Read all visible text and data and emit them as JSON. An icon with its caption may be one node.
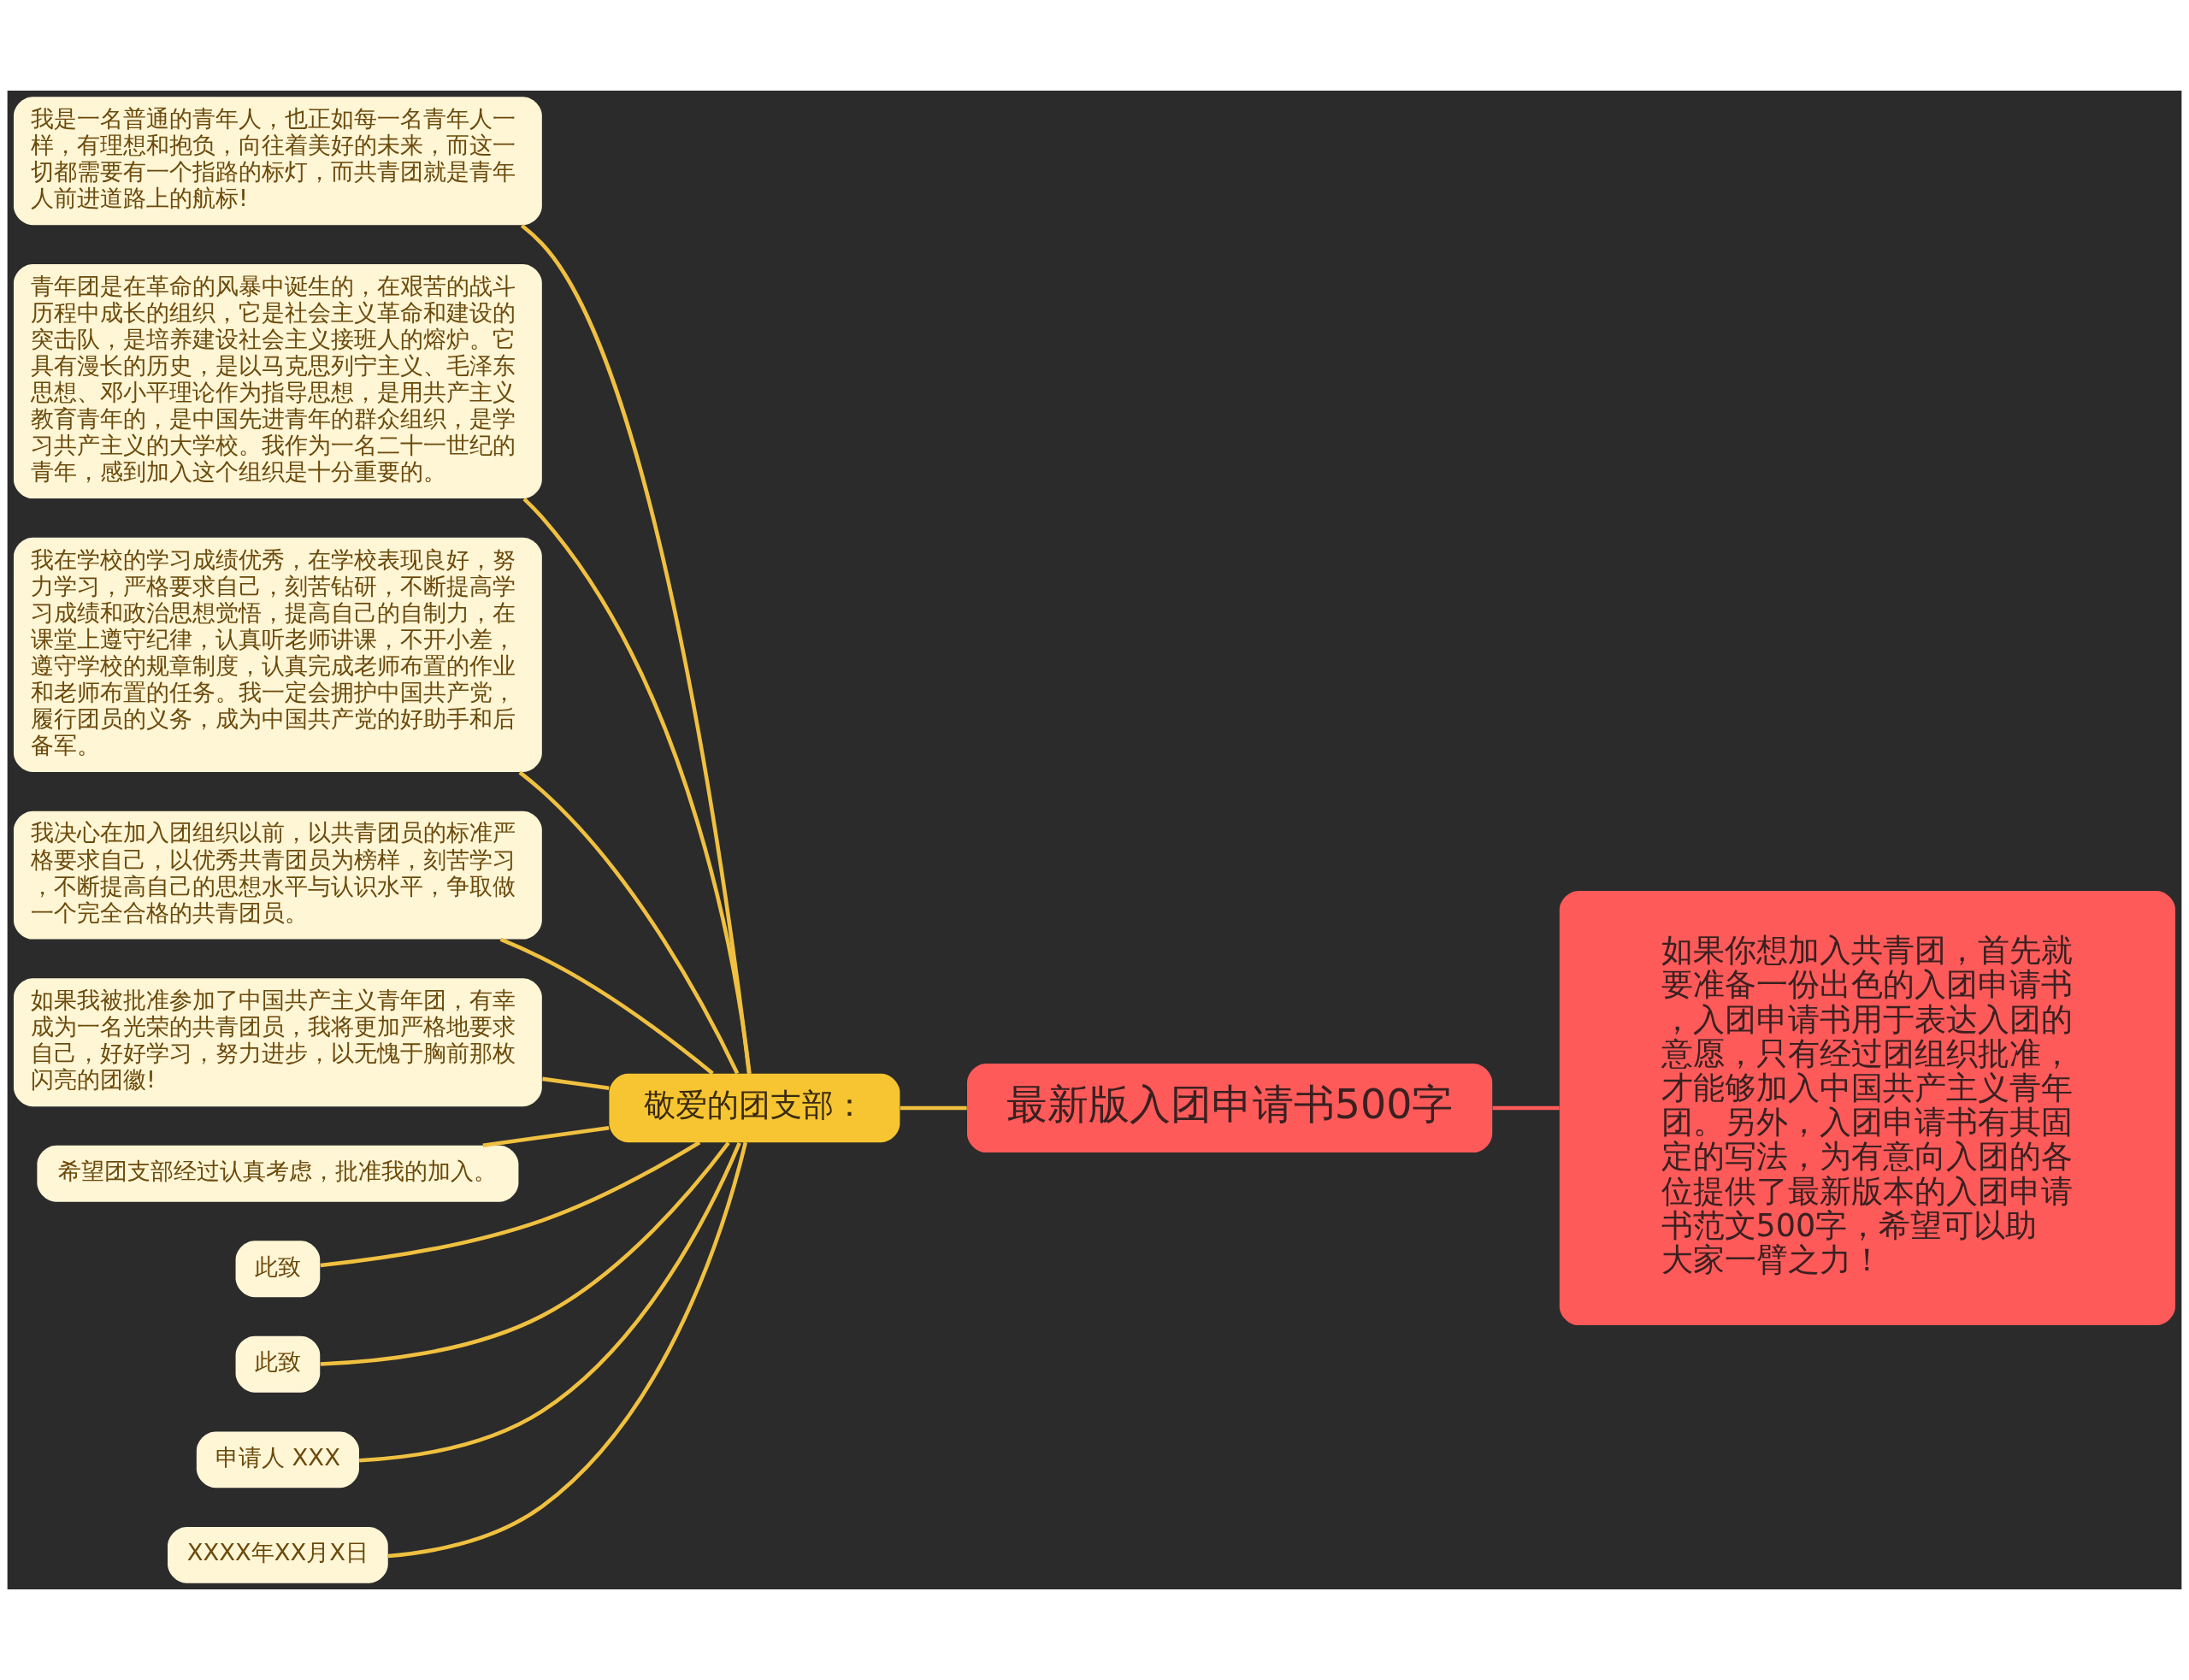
{
  "diagram": {
    "nodes": [
      {
        "text": [
          "最新版入团申请书500字"
        ]
      },
      {
        "text": [
          "如果你想加入共青团，首先就要准备一份出色的入团申请书，入团申请书用于表达入团的意愿，只有经过团组织批准，才能够加入中国共产主义青年团。另外，入团申请书有其固定的写法，为有意向入团的各位提供了最新版本的入团申请书范文500字，希望可以助大家一臂之力！"
        ]
      },
      {
        "text": [
          "敬爱的团支部："
        ]
      },
      {
        "text": [
          "我是一名普通的青年人，也正如每一名青年人一样，有理想和抱负，向往着美好的未来，而这一切都需要有一个指路的标灯，而共青团就是青年人前进道路上的航标!"
        ]
      },
      {
        "text": [
          "青年团是在革命的风暴中诞生的，在艰苦的战斗历程中成长的组织，它是社会主义革命和建设的突击队，是培养建设社会主义接班人的熔炉。它具有漫长的历史，是以马克思列宁主义、毛泽东思想、邓小平理论作为指导思想，是用共产主义教育青年的，是中国先进青年的群众组织，是学习共产主义的大学校。我作为一名二十一世纪的青年，感到加入这个组织是十分重要的。"
        ]
      },
      {
        "text": [
          "我在学校的学习成绩优秀，在学校表现良好，努力学习，严格要求自己，刻苦钻研，不断提高学习成绩和政治思想觉悟，提高自己的自制力，在课堂上遵守纪律，认真听老师讲课，不开小差，遵守学校的规章制度，认真完成老师布置的作业和老师布置的任务。我一定会拥护中国共产党，履行团员的义务，成为中国共产党的好助手和后备军。"
        ]
      },
      {
        "text": [
          "我决心在加入团组织以前，以共青团员的标准严格要求自己，以优秀共青团员为榜样，刻苦学习，不断提高自己的思想水平与认识水平，争取做一个完全合格的共青团员。"
        ]
      },
      {
        "text": [
          "如果我被批准参加了中国共产主义青年团，有幸成为一名光荣的共青团员，我将更加严格地要求自己，好好学习，努力进步，以无愧于胸前那枚闪亮的团徽!"
        ]
      },
      {
        "text": [
          "希望团支部经过认真考虑，批准我的加入。"
        ]
      },
      {
        "text": [
          "此致"
        ]
      },
      {
        "text": [
          "此致"
        ]
      },
      {
        "text": [
          "申请人 XXX"
        ]
      },
      {
        "text": [
          "XXXX年XX月X日"
        ]
      }
    ],
    "edges": [
      {
        "from": 0,
        "to": 1,
        "arrow": "none",
        "color": "#ff5a5a"
      },
      {
        "from": 0,
        "to": 2,
        "arrow": "none"
      },
      {
        "from": 2,
        "to": 3,
        "arrow": "none"
      },
      {
        "from": 2,
        "to": 4,
        "arrow": "none"
      },
      {
        "from": 2,
        "to": 5,
        "arrow": "none"
      },
      {
        "from": 2,
        "to": 6,
        "arrow": "none"
      },
      {
        "from": 2,
        "to": 7,
        "arrow": "none"
      },
      {
        "from": 2,
        "to": 8,
        "arrow": "none"
      },
      {
        "from": 2,
        "to": 9,
        "arrow": "none"
      },
      {
        "from": 2,
        "to": 10,
        "arrow": "none"
      },
      {
        "from": 2,
        "to": 11,
        "arrow": "none"
      },
      {
        "from": 2,
        "to": 12,
        "arrow": "none"
      }
    ]
  }
}
